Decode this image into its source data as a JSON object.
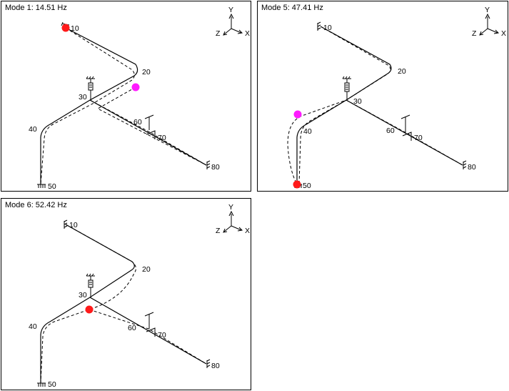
{
  "panels": [
    {
      "title": "Mode 1: 14.51 Hz",
      "node_labels": [
        "10",
        "20",
        "30",
        "40",
        "50",
        "60",
        "70",
        "80"
      ],
      "axes": {
        "y": "Y",
        "z": "Z",
        "x": "X"
      },
      "marker_colors": {
        "primary": "#ff1a1a",
        "secondary": "#ff1aff"
      }
    },
    {
      "title": "Mode 5: 47.41 Hz",
      "node_labels": [
        "10",
        "20",
        "30",
        "40",
        "50",
        "60",
        "70",
        "80"
      ],
      "axes": {
        "y": "Y",
        "z": "Z",
        "x": "X"
      },
      "marker_colors": {
        "primary": "#ff1a1a",
        "secondary": "#ff1aff"
      }
    },
    {
      "title": "Mode 6: 52.42 Hz",
      "node_labels": [
        "10",
        "20",
        "30",
        "40",
        "50",
        "60",
        "70",
        "80"
      ],
      "axes": {
        "y": "Y",
        "z": "Z",
        "x": "X"
      },
      "marker_colors": {
        "primary": "#ff1a1a"
      }
    }
  ]
}
